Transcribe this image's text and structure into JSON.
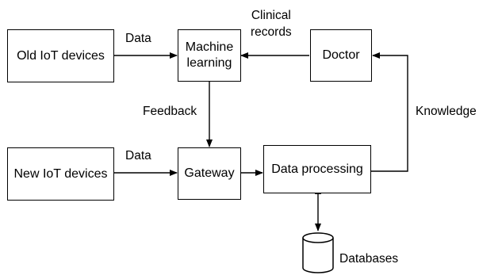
{
  "nodes": {
    "old_iot": "Old IoT devices",
    "new_iot": "New IoT devices",
    "machine_learning": "Machine\nlearning",
    "gateway": "Gateway",
    "doctor": "Doctor",
    "data_processing": "Data processing",
    "databases": "Databases"
  },
  "edge_labels": {
    "data_top": "Data",
    "data_bottom": "Data",
    "clinical_records": "Clinical\nrecords",
    "feedback": "Feedback",
    "knowledge": "Knowledge"
  }
}
